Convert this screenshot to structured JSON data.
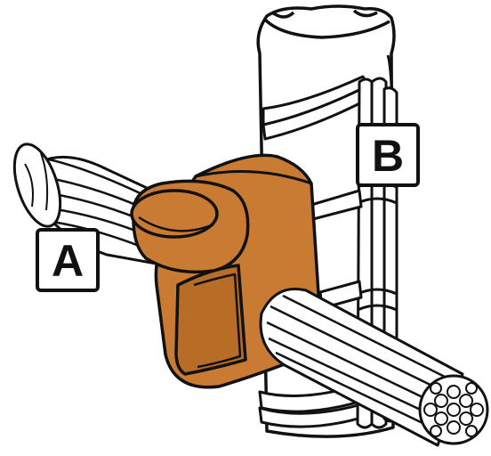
{
  "diagram": {
    "labels": {
      "a": "A",
      "b": "B"
    },
    "colors": {
      "connector": "#C97A33",
      "connector_shadow": "#A9611F",
      "outline": "#111111",
      "background": "#FFFFFF"
    },
    "parts": {
      "pole_icon": "vertical-rod",
      "connector_icon": "split-bolt-connector",
      "conductor_a_icon": "stranded-cable",
      "conductor_b_icon": "stranded-cable"
    }
  }
}
